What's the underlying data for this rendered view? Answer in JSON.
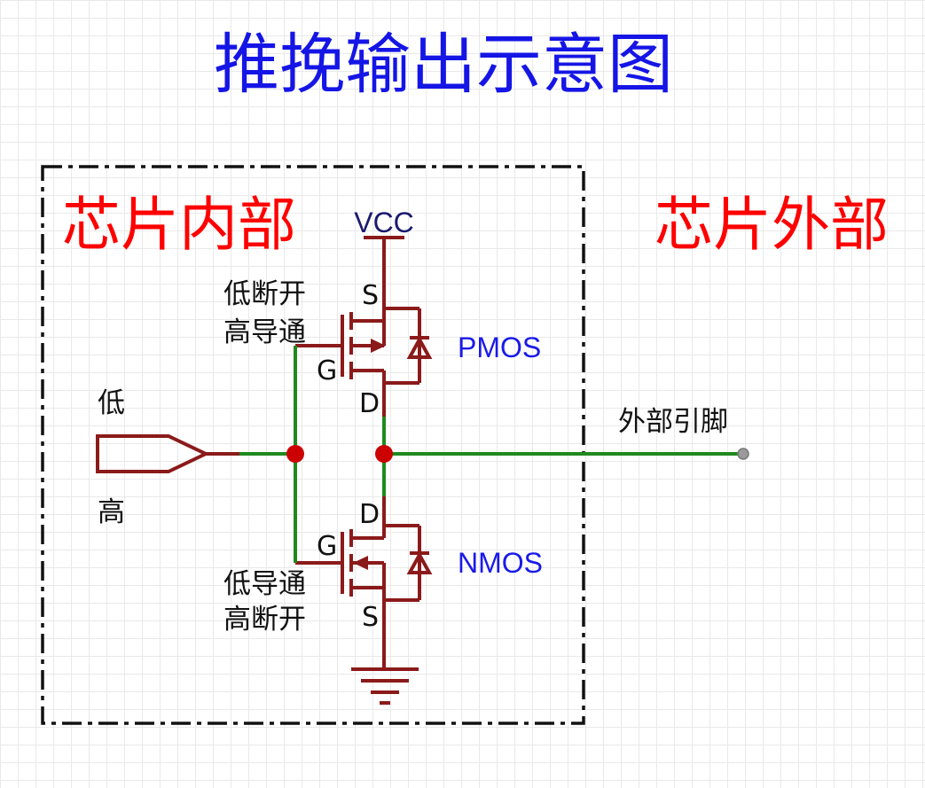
{
  "title": "推挽输出示意图",
  "regions": {
    "inside": "芯片内部",
    "outside": "芯片外部"
  },
  "supply": "VCC",
  "input_labels": {
    "low": "低",
    "high": "高"
  },
  "pmos": {
    "name": "PMOS",
    "note_line1": "低断开",
    "note_line2": "高导通",
    "pin_s": "S",
    "pin_g": "G",
    "pin_d": "D"
  },
  "nmos": {
    "name": "NMOS",
    "note_line1": "低导通",
    "note_line2": "高断开",
    "pin_s": "S",
    "pin_g": "G",
    "pin_d": "D"
  },
  "output_label": "外部引脚",
  "colors": {
    "title": "#1515e6",
    "region": "#ff0000",
    "device": "#1a1ae8",
    "component": "#8b1a1a",
    "wire": "#1e8a1e",
    "junction": "#cc0000",
    "text": "#111111"
  }
}
